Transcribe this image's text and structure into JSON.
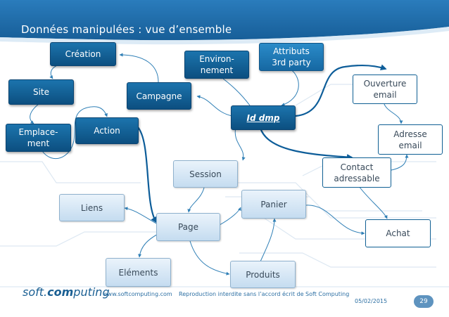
{
  "slide": {
    "title": "Données manipulées : vue d’ensemble"
  },
  "nodes": {
    "creation": "Création",
    "site": "Site",
    "emplacement": "Emplace-\nment",
    "action": "Action",
    "campagne": "Campagne",
    "environnement": "Environ-\nnement",
    "attributs": "Attributs\n3rd party",
    "id_dmp": "Id dmp",
    "ouverture_email": "Ouverture\nemail",
    "adresse_email": "Adresse\nemail",
    "contact_adressable": "Contact\nadressable",
    "session": "Session",
    "liens": "Liens",
    "page": "Page",
    "panier": "Panier",
    "achat": "Achat",
    "elements": "Eléments",
    "produits": "Produits"
  },
  "footer": {
    "logo_prefix": "soft.",
    "logo_bold": "com",
    "logo_suffix": "puting",
    "website": "www.softcomputing.com",
    "notice": "Reproduction interdite sans l’accord écrit de Soft Computing",
    "date": "05/02/2015",
    "page_number": "29"
  },
  "colors": {
    "header_blue": "#1a6aa6",
    "dark_node": "#0c4f80",
    "light_node": "#c5dcf0",
    "connector": "#2f7fb6"
  }
}
